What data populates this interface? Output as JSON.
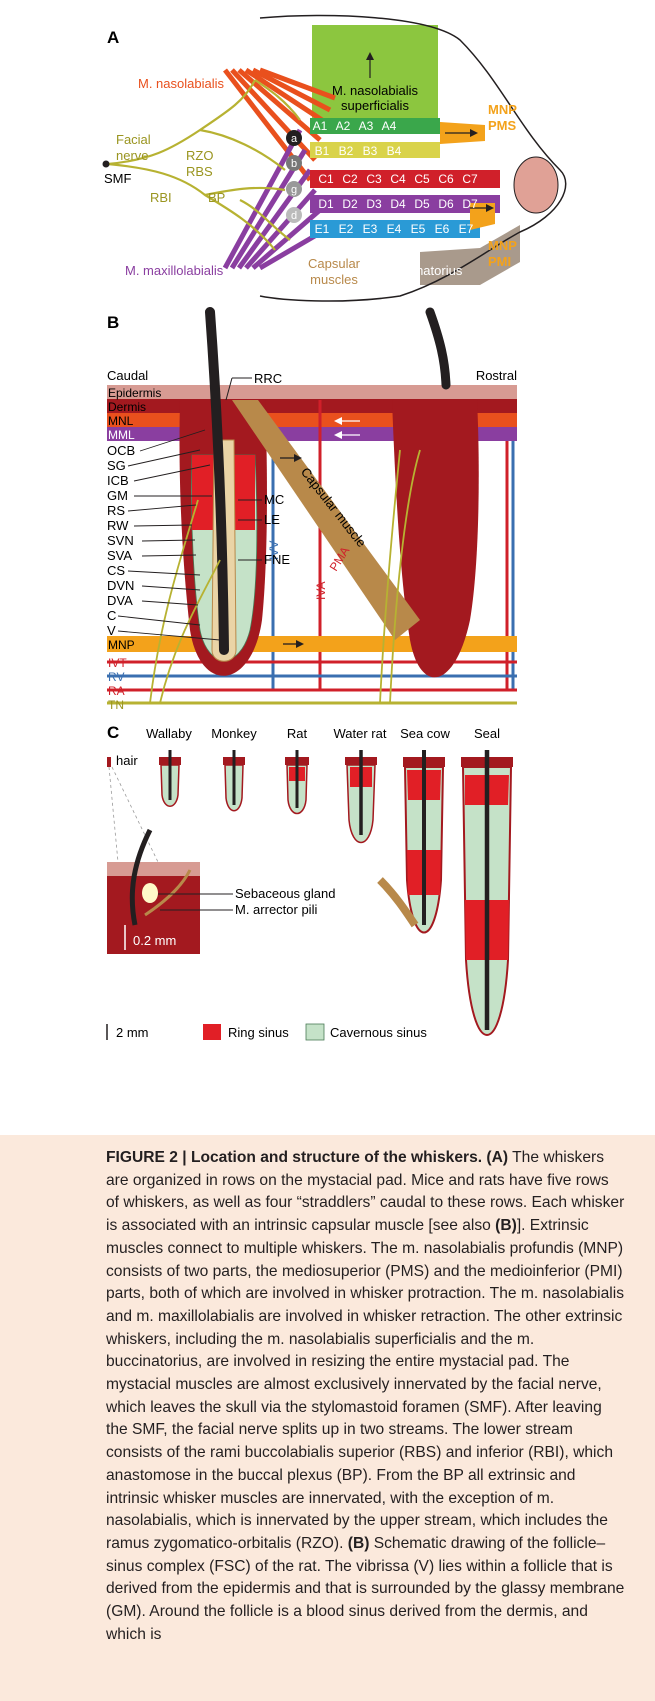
{
  "figure": {
    "panel_a": {
      "letter": "A",
      "labels": {
        "nasolabialis": "M. nasolabialis",
        "superficialis_1": "M. nasolabialis",
        "superficialis_2": "superficialis",
        "facial_1": "Facial",
        "facial_2": "nerve",
        "smf": "SMF",
        "rzo": "RZO",
        "rbs": "RBS",
        "rbi": "RBI",
        "bp": "BP",
        "maxillolabialis": "M. maxillolabialis",
        "capsular_1": "Capsular",
        "capsular_2": "muscles",
        "buccinatorius": "M. buccinatorius",
        "mnp_top_1": "MNP",
        "mnp_top_2": "PMS",
        "mnp_bot_1": "MNP",
        "mnp_bot_2": "PMI"
      },
      "straddlers": [
        "a",
        "b",
        "g",
        "d"
      ],
      "rows": [
        [
          "A1",
          "A2",
          "A3",
          "A4"
        ],
        [
          "B1",
          "B2",
          "B3",
          "B4"
        ],
        [
          "C1",
          "C2",
          "C3",
          "C4",
          "C5",
          "C6",
          "C7"
        ],
        [
          "D1",
          "D2",
          "D3",
          "D4",
          "D5",
          "D6",
          "D7"
        ],
        [
          "E1",
          "E2",
          "E3",
          "E4",
          "E5",
          "E6",
          "E7"
        ]
      ],
      "colors": {
        "nasolabialis": "#e9501d",
        "maxillolabialis": "#8a3ea0",
        "nerve": "#b7b232",
        "mnp": "#f3a21b",
        "superficialis": "#8cc63f",
        "buccinatorius": "#a99a8c",
        "capsular": "#b8894a",
        "row_a": "#3aa74b",
        "row_b": "#d9d34a",
        "row_c": "#d0202a",
        "row_d": "#8a3ea0",
        "row_e": "#2a9ad6",
        "nose": "#e0a196"
      }
    },
    "panel_b": {
      "letter": "B",
      "caudal": "Caudal",
      "rostral": "Rostral",
      "rrc": "RRC",
      "layers": [
        "Epidermis",
        "Dermis",
        "MNL",
        "MML"
      ],
      "left_labels": [
        "OCB",
        "SG",
        "ICB",
        "GM",
        "RS",
        "RW",
        "SVN",
        "SVA",
        "CS",
        "DVN",
        "DVA",
        "C",
        "V"
      ],
      "bottom_layers": [
        "MNP",
        "IVT",
        "RV",
        "RA",
        "TN"
      ],
      "right_labels": [
        "MC",
        "LE",
        "FNE"
      ],
      "capsular_muscle": "Capsular muscle",
      "ivv": "IVV",
      "iva": "IVA",
      "pma": "PMA"
    },
    "panel_c": {
      "letter": "C",
      "hair": "hair",
      "species": [
        "Wallaby",
        "Monkey",
        "Rat",
        "Water rat",
        "Sea cow",
        "Seal"
      ],
      "sebaceous": "Sebaceous gland",
      "arrector": "M. arrector pili",
      "scale_small": "0.2 mm",
      "scale_large": "2 mm",
      "legend_ring": "Ring sinus",
      "legend_cavernous": "Cavernous sinus"
    }
  },
  "caption": {
    "title": "FIGURE 2 | Location and structure of the whiskers.",
    "a_ref": "(A)",
    "text_1": " The whiskers are organized in rows on the mystacial pad. Mice and rats have five rows of whiskers, as well as four “straddlers” caudal to these rows. Each whisker is associated with an intrinsic capsular muscle [see also ",
    "b_ref_1": "(B)",
    "text_2": "]. Extrinsic muscles connect to multiple whiskers. The m. nasolabialis profundis (MNP) consists of two parts, the mediosuperior (PMS) and the medioinferior (PMI) parts, both of which are involved in whisker protraction. The m. nasolabialis and m. maxillolabialis are involved in whisker retraction. The other extrinsic whiskers, including the m. nasolabialis superficialis and the m. buccinatorius, are involved in resizing the entire mystacial pad. The mystacial muscles are almost exclusively innervated by the facial nerve, which leaves the skull via the stylomastoid foramen (SMF). After leaving the SMF, the facial nerve splits up in two streams. The lower stream consists of the rami buccolabialis superior (RBS) and inferior (RBI), which anastomose in the buccal plexus (BP). From the BP all extrinsic and intrinsic whisker muscles are innervated, with the exception of m. nasolabialis, which is innervated by the upper stream, which includes the ramus zygomatico-orbitalis (RZO). ",
    "b_ref_2": "(B)",
    "text_3": " Schematic drawing of the follicle–sinus complex (FSC) of the rat. The vibrissa (V) lies within a follicle that is derived from the epidermis and that is surrounded by the glassy membrane (GM). Around the follicle is a blood sinus derived from the dermis, and which is"
  }
}
